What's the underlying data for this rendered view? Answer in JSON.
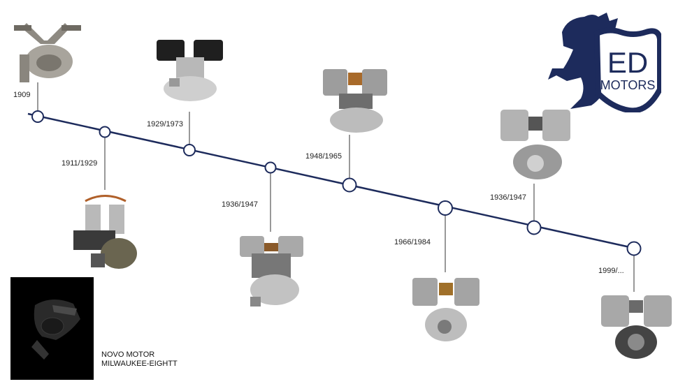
{
  "timeline": {
    "milestones": [
      {
        "year": "1909"
      },
      {
        "year": "1911/1929"
      },
      {
        "year": "1929/1973"
      },
      {
        "year": "1936/1947"
      },
      {
        "year": "1948/1965"
      },
      {
        "year": "1966/1984"
      },
      {
        "year": "1936/1947"
      },
      {
        "year": "1999/..."
      }
    ]
  },
  "novo": {
    "line1": "NOVO MOTOR",
    "line2": "MILWAUKEE-EIGHTT"
  },
  "logo": {
    "line1": "ED",
    "line2": "MOTORS",
    "color": "#1d2b5c"
  },
  "colors": {
    "line": "#1d2b5c",
    "engine_metal": "#9a9a9a",
    "engine_dark": "#2a2a2a"
  }
}
